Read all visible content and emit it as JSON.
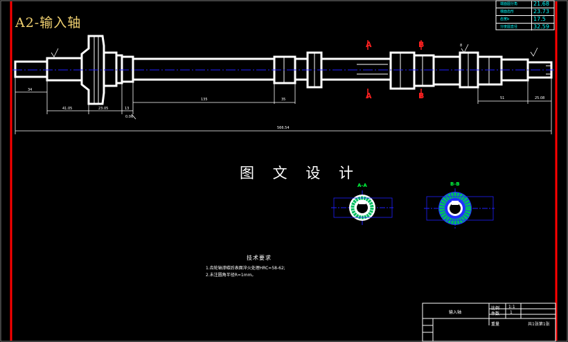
{
  "drawing": {
    "title": "A2-输入轴",
    "watermark": "图 文 设 计"
  },
  "params": [
    {
      "label": "端面圆分角",
      "value": "21.68"
    },
    {
      "label": "端面齿形",
      "value": "23.73"
    },
    {
      "label": "齿宽b",
      "value": "17.5"
    },
    {
      "label": "分度圆直径",
      "value": "32.59"
    }
  ],
  "dimensions": {
    "d34": "34",
    "d41": "41.05",
    "d23": "23.05",
    "d13": "13",
    "d0": "0.06",
    "d135": "135",
    "d35": "35",
    "d51": "51",
    "d8": "8",
    "d25": "25.08",
    "total": "566.54"
  },
  "sections": {
    "view_aa": "A-A",
    "view_bb": "B-B",
    "cut_a_top": "A",
    "cut_a_bot": "A",
    "cut_b_top": "B",
    "cut_b_bot": "B"
  },
  "tech": {
    "title": "技术要求",
    "line1": "1.齿轮轴渗碳后表面淬火处理HRC=58-62;",
    "line2": "2.未注圆角半径R=1mm。"
  },
  "title_block": {
    "part_name": "输入轴",
    "ratio_label": "比例",
    "ratio": "1:1",
    "count_label": "件数",
    "count": "1",
    "sheet_label": "重量",
    "sheet_info": "共1张第1张"
  },
  "colors": {
    "outline": "#ffffff",
    "centerline": "#2020ff",
    "dim": "#ffffff",
    "border": "#ff0000",
    "accent": "#f0d070",
    "hatch": "#00c060"
  }
}
